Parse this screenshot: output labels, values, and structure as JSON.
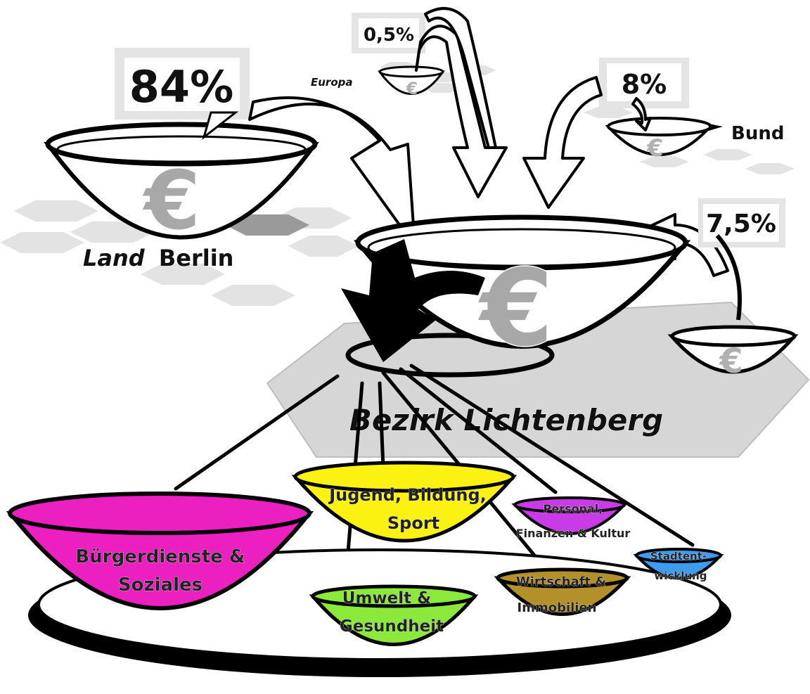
{
  "percentages": {
    "land": "84%",
    "europa": "0,5%",
    "bund": "8%",
    "own": "7,5%"
  },
  "sources": {
    "europa": "Europa",
    "bund": "Bund",
    "land": {
      "italic": "Land",
      "rest": "Berlin"
    },
    "bezirk": "Bezirk Lichtenberg"
  },
  "currency_symbol": "€",
  "departments": {
    "buergerdienste": {
      "line1": "Bürgerdienste &",
      "line2": "Soziales",
      "color": "#ec1fc1"
    },
    "jugend": {
      "line1": "Jugend, Bildung,",
      "line2": "Sport",
      "color": "#fbf212"
    },
    "umwelt": {
      "line1": "Umwelt &",
      "line2": "Gesundheit",
      "color": "#8be93c"
    },
    "wirtschaft": {
      "line1": "Wirtschaft &",
      "line2": "Immobilien",
      "color": "#b4902a"
    },
    "personal": {
      "line1": "Personal,",
      "line2": "Finanzen & Kultur",
      "color": "#c93be6"
    },
    "stadt": {
      "line1": "Stadtent-",
      "line2": "wicklung",
      "color": "#3d9cf0"
    }
  }
}
